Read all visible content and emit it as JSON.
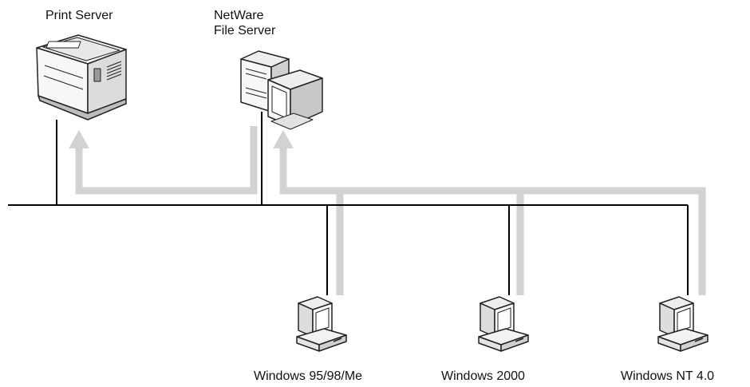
{
  "labels": {
    "print_server": "Print Server",
    "netware_line1": "NetWare",
    "netware_line2": "File Server",
    "win95": "Windows 95/98/Me",
    "win2000": "Windows 2000",
    "winnt": "Windows NT 4.0"
  },
  "icons": {
    "print_server": "laser-printer-icon",
    "file_server": "server-tower-with-monitor-icon",
    "client": "desktop-computer-icon"
  },
  "colors": {
    "network_line": "#000000",
    "flow_arrow": "#d2d2d2",
    "device_fill": "#f2f2f2",
    "device_outline": "#222222"
  }
}
